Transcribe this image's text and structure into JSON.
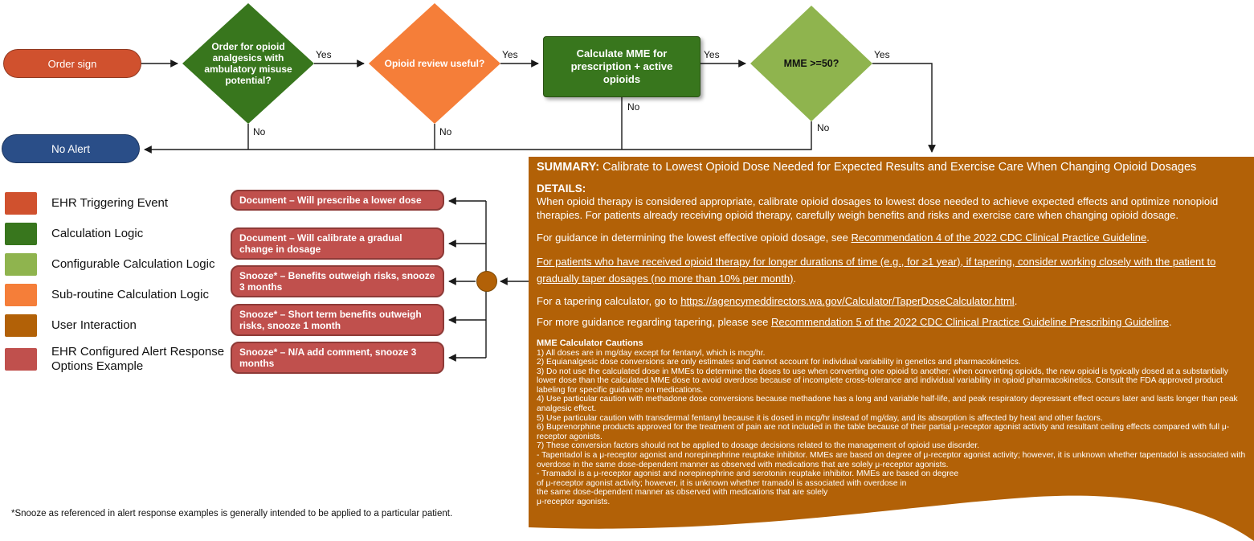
{
  "colors": {
    "triggering_event": "#D0512E",
    "calculation_logic": "#38761D",
    "configurable_calculation": "#8FB44E",
    "subroutine_calculation": "#F57E39",
    "user_interaction": "#B26107",
    "alert_response": "#C0504D",
    "no_alert_blue": "#2A4E88"
  },
  "flowchart": {
    "start": {
      "label": "Order sign"
    },
    "decision1": {
      "label": "Order for opioid analgesics with ambulatory misuse potential?"
    },
    "decision2": {
      "label": "Opioid review useful?"
    },
    "process1": {
      "label": "Calculate MME for prescription + active opioids"
    },
    "decision3": {
      "label": "MME >=50?"
    },
    "no_alert": {
      "label": "No Alert"
    },
    "labels": {
      "yes": "Yes",
      "no": "No"
    }
  },
  "legend": {
    "items": [
      {
        "label": "EHR Triggering Event",
        "color": "#D0512E"
      },
      {
        "label": "Calculation Logic",
        "color": "#38761D"
      },
      {
        "label": "Configurable Calculation Logic",
        "color": "#8FB44E"
      },
      {
        "label": "Sub-routine Calculation Logic",
        "color": "#F57E39"
      },
      {
        "label": "User Interaction",
        "color": "#B26107"
      },
      {
        "label": "EHR Configured Alert Response Options Example",
        "color": "#C0504D"
      }
    ]
  },
  "responses": {
    "items": [
      {
        "label": "Document – Will prescribe a lower dose"
      },
      {
        "label": "Document – Will calibrate a gradual change in dosage"
      },
      {
        "label": "Snooze* – Benefits outweigh risks, snooze 3 months"
      },
      {
        "label": "Snooze* – Short term benefits outweigh risks, snooze 1 month"
      },
      {
        "label": "Snooze* – N/A add comment, snooze 3 months"
      }
    ]
  },
  "summary": {
    "heading_label": "SUMMARY:",
    "heading_text": " Calibrate to Lowest Opioid Dose Needed for Expected Results and Exercise Care When Changing Opioid Dosages",
    "details_label": "DETAILS:",
    "p1": "When opioid therapy is considered appropriate, calibrate opioid dosages to lowest dose needed to achieve expected effects and optimize nonopioid therapies. For patients already receiving opioid therapy, carefully weigh benefits and risks and exercise care when changing opioid dosage.",
    "p2_prefix": "For guidance in determining the lowest effective opioid dosage, see ",
    "p2_link": "Recommendation 4 of the 2022 CDC Clinical Practice Guideline",
    "p2_suffix": ".",
    "p3_link": "For patients who have received opioid therapy for longer durations of time (e.g., for ≥1 year), if tapering, consider working closely with the patient to gradually taper dosages (no more than 10% per month)",
    "p3_suffix": ".",
    "p4_prefix": "For a tapering calculator, go to ",
    "p4_link": "https://agencymeddirectors.wa.gov/Calculator/TaperDoseCalculator.html",
    "p4_suffix": ".",
    "p5_prefix": "For more guidance regarding tapering, please see ",
    "p5_link": "Recommendation 5 of the 2022 CDC Clinical Practice Guideline Prescribing Guideline",
    "p5_suffix": ".",
    "cautions_heading": "MME Calculator Cautions",
    "cautions": [
      "1)  All doses are in mg/day except for fentanyl, which is mcg/hr.",
      "2)  Equianalgesic dose conversions are only estimates and cannot account for individual variability in genetics and pharmacokinetics.",
      "3)  Do not use the calculated dose in MMEs to determine the doses to use when converting one opioid to another; when converting opioids, the new opioid is typically dosed at a substantially lower dose than the calculated MME dose to avoid overdose because of incomplete cross-tolerance and individual variability in opioid pharmacokinetics. Consult the FDA approved product labeling for specific guidance on medications.",
      "4)  Use particular caution with methadone dose conversions because methadone has a long and variable half-life, and peak respiratory depressant effect occurs later and lasts longer than peak analgesic effect.",
      "5)  Use particular caution with transdermal fentanyl because it is dosed in mcg/hr instead of mg/day, and its absorption is affected by heat and other factors.",
      "6)  Buprenorphine products approved for the treatment of pain are not included in the table because of their partial μ-receptor agonist activity and resultant ceiling effects compared with full μ-receptor agonists.",
      "7)  These conversion factors should not be applied to dosage decisions related to the management of opioid use disorder.",
      "- Tapentadol is a μ-receptor agonist and norepinephrine reuptake inhibitor. MMEs are based on degree of μ-receptor agonist activity; however, it is unknown whether tapentadol is associated with overdose in the same dose-dependent manner as observed with medications that are solely μ-receptor agonists."
    ],
    "tramadol_lines": [
      "- Tramadol is a μ-receptor agonist and norepinephrine and serotonin reuptake inhibitor. MMEs are based on degree",
      "of μ-receptor agonist activity; however, it is unknown whether tramadol is associated with overdose in",
      "the same dose-dependent manner as observed with medications that are solely",
      "μ-receptor agonists."
    ]
  },
  "footnote": "*Snooze as referenced in alert response examples is generally intended to be applied to a particular patient."
}
